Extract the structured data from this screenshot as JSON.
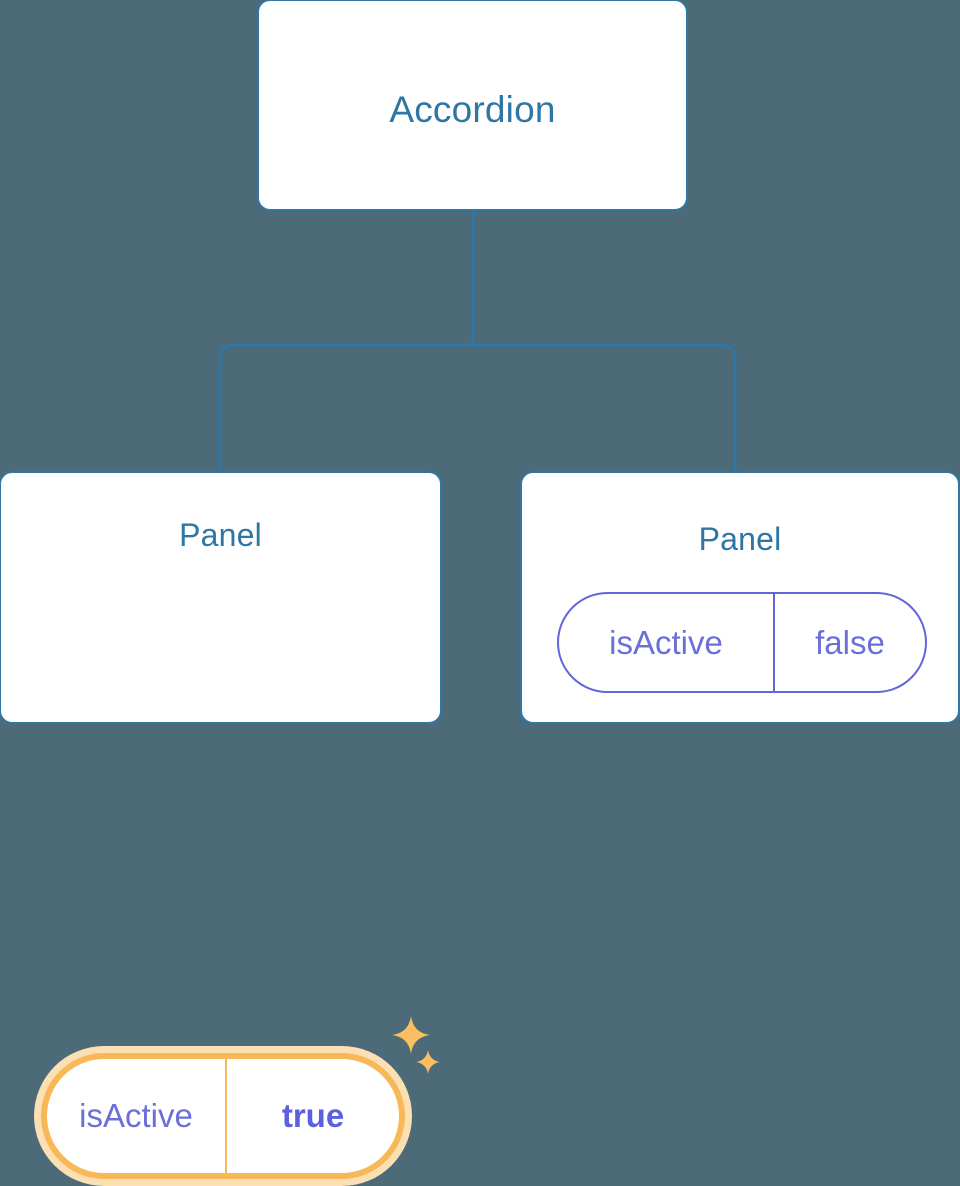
{
  "diagram": {
    "type": "component-tree",
    "background_color": "#4c6a77",
    "node_border_color": "#2e77a6",
    "node_title_color": "#2e76a4",
    "prop_text_color": "#6b70d8",
    "prop_border_color": "#6366d8",
    "highlight_color": "#f8b857",
    "highlight_glow_color": "#fce0b4",
    "edge_color": "#2e77a6"
  },
  "root": {
    "title": "Accordion"
  },
  "children": [
    {
      "title": "Panel",
      "highlighted": true,
      "props": [
        {
          "key": "isActive",
          "value": "true",
          "bold_value": true
        }
      ],
      "decorations": [
        "sparkle-large-icon",
        "sparkle-small-icon"
      ]
    },
    {
      "title": "Panel",
      "highlighted": false,
      "props": [
        {
          "key": "isActive",
          "value": "false",
          "bold_value": false
        }
      ],
      "decorations": []
    }
  ]
}
